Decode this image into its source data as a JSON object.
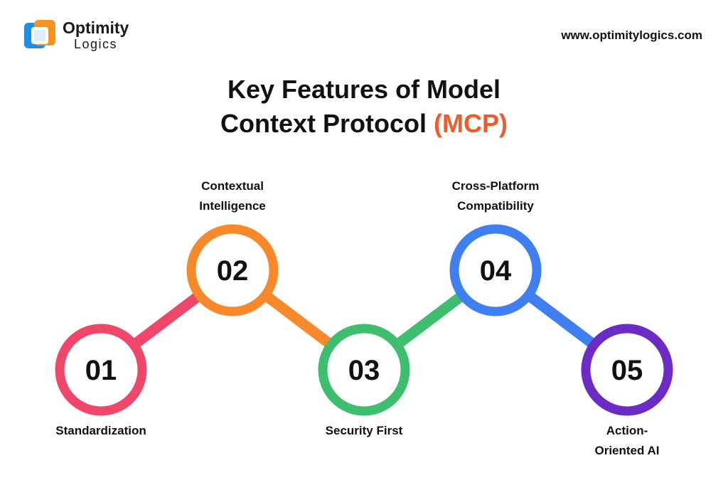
{
  "brand": {
    "name": "Optimity",
    "sub": "Logics",
    "url": "www.optimitylogics.com",
    "colors": {
      "blue": "#1f8ee9",
      "orange": "#f7931e"
    }
  },
  "title": {
    "line1": "Key Features of Model",
    "line2_prefix": "Context Protocol ",
    "line2_accent": "(MCP)",
    "accent_color": "#ef5b2a"
  },
  "steps": [
    {
      "number": "01",
      "label": "Standardization",
      "color": "#f0466a"
    },
    {
      "number": "02",
      "label": "Contextual Intelligence",
      "color": "#f7892b"
    },
    {
      "number": "03",
      "label": "Security First",
      "color": "#3ebf70"
    },
    {
      "number": "04",
      "label": "Cross-Platform Compatibility",
      "color": "#3f7ff0"
    },
    {
      "number": "05",
      "label": "Action-Oriented AI",
      "color": "#6c2bc4"
    }
  ]
}
